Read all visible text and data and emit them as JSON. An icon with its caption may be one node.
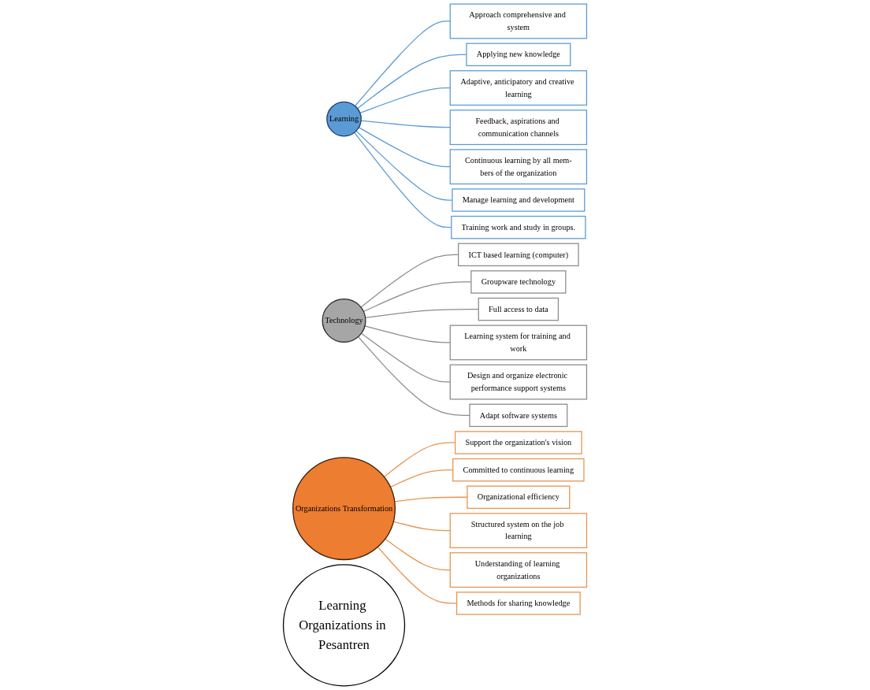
{
  "diagram": {
    "nodes": [
      {
        "text": [
          "Learning Organizations in Pesantren"
        ]
      },
      {
        "text": [
          "Learning"
        ]
      },
      {
        "text": [
          "Technology"
        ]
      },
      {
        "text": [
          "Organizations Transformation"
        ]
      },
      {
        "text": [
          "Approach comprehensive and system"
        ]
      },
      {
        "text": [
          "Applying new knowledge"
        ]
      },
      {
        "text": [
          "Adaptive, anticipatory and creative learning"
        ]
      },
      {
        "text": [
          "Feedback, aspirations and communication channels"
        ]
      },
      {
        "text": [
          "Continuous learning by all mem-bers of the organization"
        ]
      },
      {
        "text": [
          "Manage learning and development"
        ]
      },
      {
        "text": [
          "Training work and study in groups."
        ]
      },
      {
        "text": [
          "ICT based learning (computer)"
        ]
      },
      {
        "text": [
          "Groupware technology"
        ]
      },
      {
        "text": [
          "Full access to data"
        ]
      },
      {
        "text": [
          "Learning system for training and work"
        ]
      },
      {
        "text": [
          "Design and organize electronic performance support systems"
        ]
      },
      {
        "text": [
          "Adapt software systems"
        ]
      },
      {
        "text": [
          "Support the organization's vision"
        ]
      },
      {
        "text": [
          "Committed to continuous learning"
        ]
      },
      {
        "text": [
          "Organizational efficiency"
        ]
      },
      {
        "text": [
          "Structured system on the job learning"
        ]
      },
      {
        "text": [
          "Understanding of learning organizations"
        ]
      },
      {
        "text": [
          "Methods for sharing knowledge"
        ]
      }
    ],
    "edges": [
      {
        "from": 1,
        "to": 4,
        "arrow": "none",
        "color": "#5b9bd5"
      },
      {
        "from": 1,
        "to": 5,
        "arrow": "none",
        "color": "#5b9bd5"
      },
      {
        "from": 1,
        "to": 6,
        "arrow": "none",
        "color": "#5b9bd5"
      },
      {
        "from": 1,
        "to": 7,
        "arrow": "none",
        "color": "#5b9bd5"
      },
      {
        "from": 1,
        "to": 8,
        "arrow": "none",
        "color": "#5b9bd5"
      },
      {
        "from": 1,
        "to": 9,
        "arrow": "none",
        "color": "#5b9bd5"
      },
      {
        "from": 1,
        "to": 10,
        "arrow": "none",
        "color": "#5b9bd5"
      },
      {
        "from": 2,
        "to": 11,
        "arrow": "none",
        "color": "#8c8c8c"
      },
      {
        "from": 2,
        "to": 12,
        "arrow": "none",
        "color": "#8c8c8c"
      },
      {
        "from": 2,
        "to": 13,
        "arrow": "none",
        "color": "#8c8c8c"
      },
      {
        "from": 2,
        "to": 14,
        "arrow": "none",
        "color": "#8c8c8c"
      },
      {
        "from": 2,
        "to": 15,
        "arrow": "none",
        "color": "#8c8c8c"
      },
      {
        "from": 2,
        "to": 16,
        "arrow": "none",
        "color": "#8c8c8c"
      },
      {
        "from": 3,
        "to": 17,
        "arrow": "none",
        "color": "#e59550"
      },
      {
        "from": 3,
        "to": 18,
        "arrow": "none",
        "color": "#e59550"
      },
      {
        "from": 3,
        "to": 19,
        "arrow": "none",
        "color": "#e59550"
      },
      {
        "from": 3,
        "to": 20,
        "arrow": "none",
        "color": "#e59550"
      },
      {
        "from": 3,
        "to": 21,
        "arrow": "none",
        "color": "#e59550"
      },
      {
        "from": 3,
        "to": 22,
        "arrow": "none",
        "color": "#e59550"
      }
    ]
  }
}
